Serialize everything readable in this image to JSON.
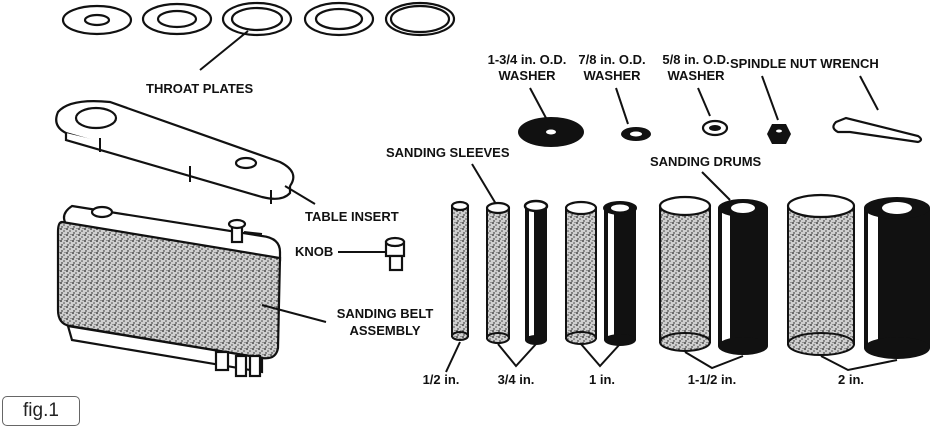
{
  "labels": {
    "throat_plates": "THROAT PLATES",
    "table_insert": "TABLE INSERT",
    "knob": "KNOB",
    "sanding_belt_line1": "SANDING BELT",
    "sanding_belt_line2": "ASSEMBLY",
    "sanding_sleeves": "SANDING SLEEVES",
    "sanding_drums": "SANDING DRUMS",
    "washer_134_line1": "1-3/4 in. O.D.",
    "washer_134_line2": "WASHER",
    "washer_78_line1": "7/8 in. O.D.",
    "washer_78_line2": "WASHER",
    "washer_58_line1": "5/8 in. O.D.",
    "washer_58_line2": "WASHER",
    "spindle_nut_wrench": "SPINDLE NUT WRENCH"
  },
  "sizes": [
    "1/2 in.",
    "3/4 in.",
    "1 in.",
    "1-1/2 in.",
    "2 in."
  ],
  "figure_label": "fig.1"
}
